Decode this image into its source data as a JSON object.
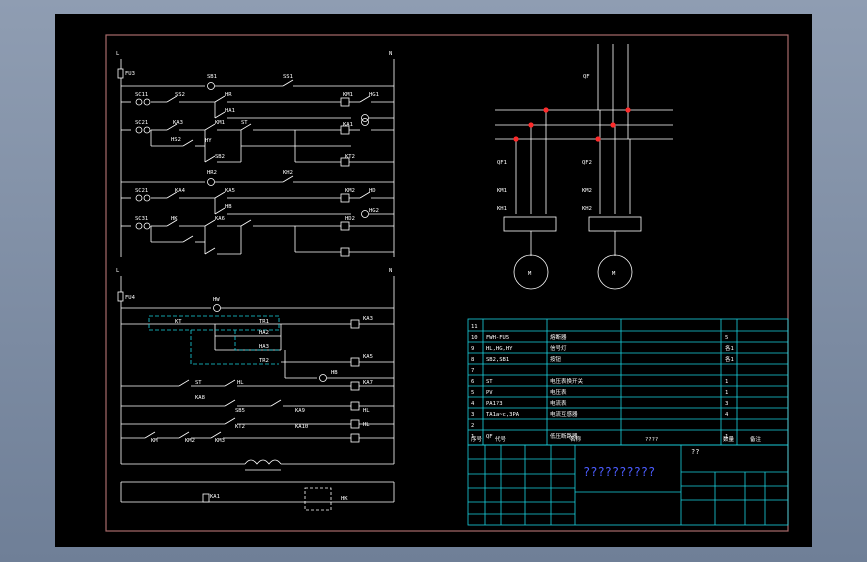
{
  "colors": {
    "background": "#000000",
    "frame": "#a86a6a",
    "wire": "#ffffff",
    "table": "#19d3e0",
    "title": "#4b5cff",
    "node": "#ff2a2a"
  },
  "control_circuit": {
    "rail_left": "L",
    "rail_right": "N",
    "fuse": "FU3",
    "labels": {
      "sb1": "SB1",
      "ss1": "SS1",
      "ss2": "SS2",
      "sc1": "SC11",
      "sc2": "SC21",
      "sc3": "SC21",
      "sc4": "SC31",
      "ka3": "KA3",
      "km1": "KM1",
      "km1b": "KM1",
      "hr": "HR",
      "ha": "HA1",
      "hg": "HG1",
      "st": "ST",
      "ka1": "KA1",
      "hs": "HS2",
      "hy": "HY",
      "sb2": "SB2",
      "hr2": "HR2",
      "kt": "KT2",
      "kh2": "KH2",
      "ka4": "KA4",
      "ka5": "KA5",
      "km2": "KM2",
      "hd": "HD",
      "hb": "HB",
      "hg2": "HG2",
      "hk": "HK",
      "ka6": "KA6",
      "hd2": "HD2"
    }
  },
  "alarm_circuit": {
    "rail_left": "L",
    "rail_right": "N",
    "fuse": "FU4",
    "lamp": "HW",
    "labels": {
      "kt": "KT",
      "tr1": "TR1",
      "ha2": "HA2",
      "ha3": "HA3",
      "tr2": "TR2",
      "ka": "KA3",
      "hb": "HB",
      "ka2": "KA5",
      "st": "ST",
      "ka7": "KA7",
      "hl": "HL",
      "ka8": "KA8",
      "hl2": "HL",
      "sb5": "SB5",
      "ka9": "KA9",
      "kt2": "KT2",
      "ka10": "KA10",
      "hl3": "HL",
      "km": "KM",
      "km2": "KM2",
      "km3": "KM3",
      "ka1": "KA1",
      "hk": "HK"
    }
  },
  "power_circuit": {
    "qf": "QF",
    "qf1": "QF1",
    "qf2": "QF2",
    "km1": "KM1",
    "km2": "KM2",
    "kh1": "KH1",
    "kh2": "KH2",
    "motor1": "M",
    "motor2": "M"
  },
  "parts_table": {
    "rows": [
      {
        "no": "11",
        "code": "",
        "name": "",
        "qty": ""
      },
      {
        "no": "10",
        "code": "FWH-FU5",
        "name": "熔断器",
        "qty": "5"
      },
      {
        "no": "9",
        "code": "HL,HG,HY",
        "name": "信号灯",
        "qty": "各1"
      },
      {
        "no": "8",
        "code": "SB2,SB1",
        "name": "按钮",
        "qty": "各1"
      },
      {
        "no": "7",
        "code": "",
        "name": "",
        "qty": ""
      },
      {
        "no": "6",
        "code": "ST",
        "name": "电压表换开关",
        "qty": "1"
      },
      {
        "no": "5",
        "code": "PV",
        "name": "电压表",
        "qty": "1"
      },
      {
        "no": "4",
        "code": "PA1?3",
        "name": "电流表",
        "qty": "3"
      },
      {
        "no": "3",
        "code": "TA1a~c,3PA",
        "name": "电流互感器",
        "qty": "4"
      },
      {
        "no": "2",
        "code": "",
        "name": "",
        "qty": ""
      },
      {
        "no": "1",
        "code": "QF",
        "name": "低压断路器",
        "qty": "1"
      }
    ],
    "header": {
      "no": "序号",
      "code": "代号",
      "name": "名称",
      "spec": "????",
      "qty": "数量",
      "note": "备注"
    }
  },
  "title_block": {
    "title": "??????????",
    "subtitle": "??"
  }
}
